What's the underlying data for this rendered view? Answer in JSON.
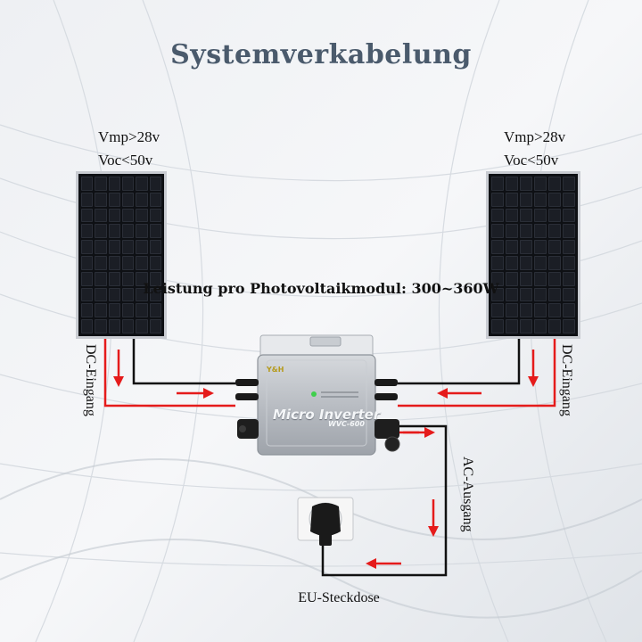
{
  "title": "Systemverkabelung",
  "left_panel": {
    "vmp": "Vmp>28v",
    "voc": "Voc<50v",
    "input_label": "DC-Eingang"
  },
  "right_panel": {
    "vmp": "Vmp>28v",
    "voc": "Voc<50v",
    "input_label": "DC-Eingang"
  },
  "power_label": "Leistung pro Photovoltaikmodul: 300~360W",
  "inverter": {
    "brand": "Y&H",
    "name": "Micro Inverter",
    "model": "WVC-600"
  },
  "ac_output_label": "AC-Ausgang",
  "socket_label": "EU-Steckdose",
  "colors": {
    "wire_red": "#e51b1b",
    "wire_black": "#111111",
    "title": "#4a5a6c"
  }
}
